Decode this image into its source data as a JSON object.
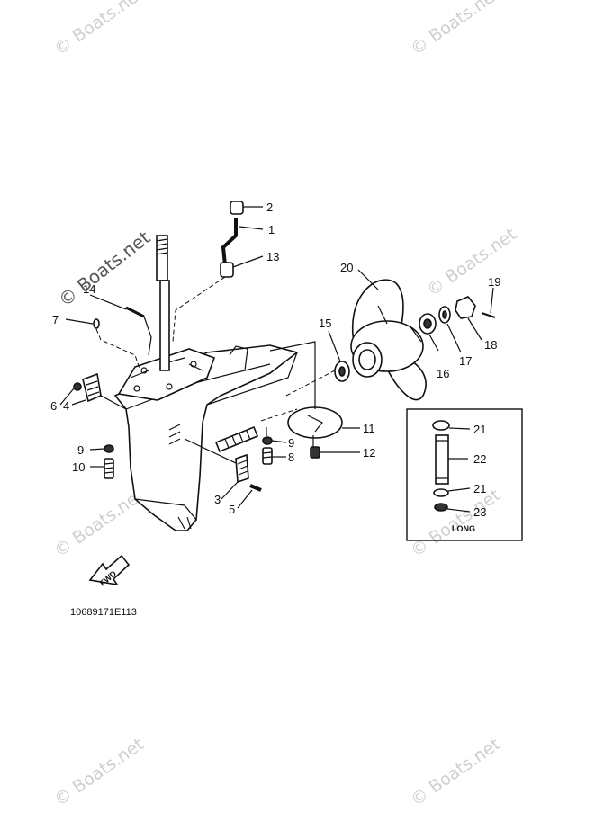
{
  "diagram_code": "10689171E113",
  "inset_label": "LONG",
  "fwd_label": "FWD",
  "watermark_text": "© Boats.net",
  "callouts": [
    {
      "id": "c1",
      "label": "1"
    },
    {
      "id": "c2",
      "label": "2"
    },
    {
      "id": "c3",
      "label": "3"
    },
    {
      "id": "c4",
      "label": "4"
    },
    {
      "id": "c5",
      "label": "5"
    },
    {
      "id": "c6",
      "label": "6"
    },
    {
      "id": "c7",
      "label": "7"
    },
    {
      "id": "c8",
      "label": "8"
    },
    {
      "id": "c9a",
      "label": "9"
    },
    {
      "id": "c9b",
      "label": "9"
    },
    {
      "id": "c10",
      "label": "10"
    },
    {
      "id": "c11",
      "label": "11"
    },
    {
      "id": "c12",
      "label": "12"
    },
    {
      "id": "c13",
      "label": "13"
    },
    {
      "id": "c14",
      "label": "14"
    },
    {
      "id": "c15",
      "label": "15"
    },
    {
      "id": "c16",
      "label": "16"
    },
    {
      "id": "c17",
      "label": "17"
    },
    {
      "id": "c18",
      "label": "18"
    },
    {
      "id": "c19",
      "label": "19"
    },
    {
      "id": "c20",
      "label": "20"
    },
    {
      "id": "c21a",
      "label": "21"
    },
    {
      "id": "c21b",
      "label": "21"
    },
    {
      "id": "c22",
      "label": "22"
    },
    {
      "id": "c23",
      "label": "23"
    }
  ],
  "colors": {
    "ink": "#111111",
    "watermark": "#cfcfcf",
    "background": "#ffffff"
  }
}
